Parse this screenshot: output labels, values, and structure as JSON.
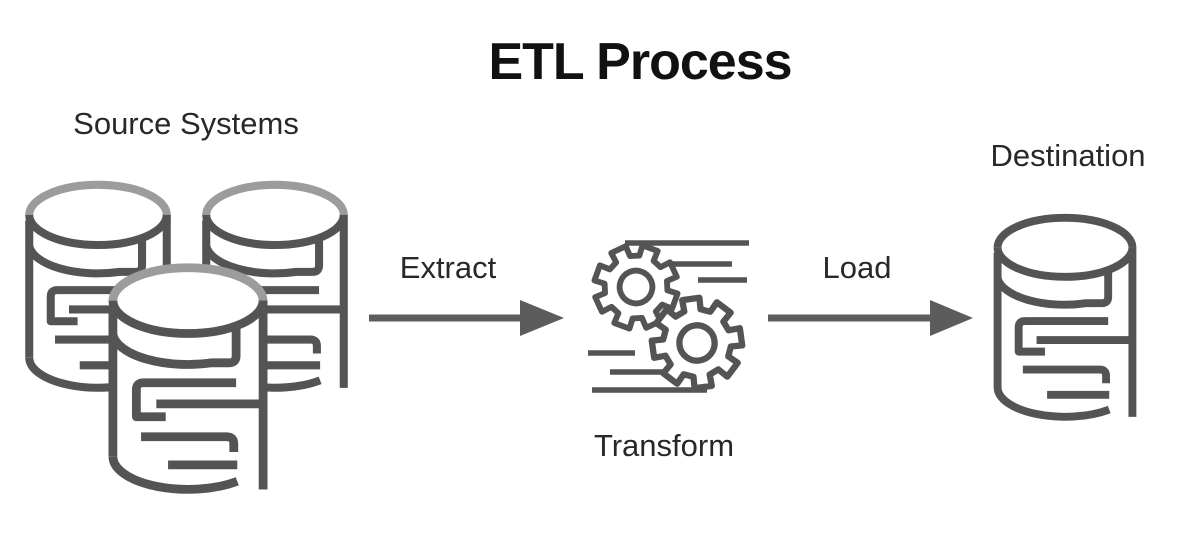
{
  "title": "ETL Process",
  "flow": {
    "nodes": [
      {
        "id": "source",
        "label": "Source Systems",
        "icon": "database-cluster-icon"
      },
      {
        "id": "transform",
        "label": "Transform",
        "icon": "gears-icon"
      },
      {
        "id": "destination",
        "label": "Destination",
        "icon": "database-icon"
      }
    ],
    "edges": [
      {
        "from": "source",
        "to": "transform",
        "label": "Extract",
        "icon": "right-arrow-icon"
      },
      {
        "from": "transform",
        "to": "destination",
        "label": "Load",
        "icon": "right-arrow-icon"
      }
    ]
  },
  "colors": {
    "background": "#ffffff",
    "stroke_dark": "#545454",
    "stroke_light": "#9c9c9c",
    "arrow": "#5c5c5c",
    "text": "#282828",
    "title_color": "#111111"
  }
}
